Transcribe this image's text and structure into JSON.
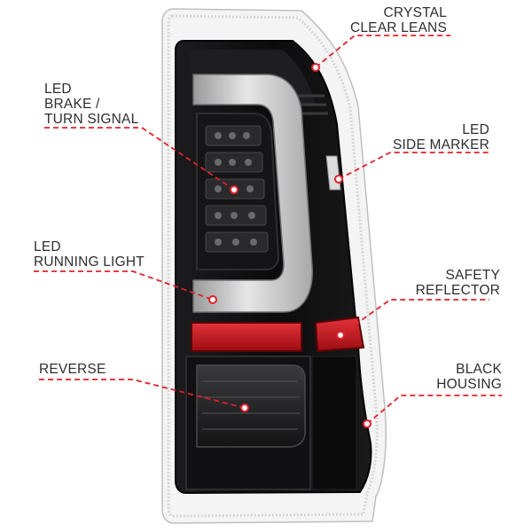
{
  "labels": {
    "crystal_clear_lens": {
      "lines": [
        "CRYSTAL",
        "CLEAR LEANS"
      ]
    },
    "led_brake_turn_signal": {
      "lines": [
        "LED",
        "BRAKE /",
        "TURN SIGNAL"
      ]
    },
    "led_side_marker": {
      "lines": [
        "LED",
        "SIDE MARKER"
      ]
    },
    "led_running_light": {
      "lines": [
        "LED",
        "RUNNING LIGHT"
      ]
    },
    "safety_reflector": {
      "lines": [
        "SAFETY",
        "REFLECTOR"
      ]
    },
    "reverse": {
      "lines": [
        "REVERSE"
      ]
    },
    "black_housing": {
      "lines": [
        "BLACK",
        "HOUSING"
      ]
    }
  },
  "colors": {
    "leader": "#e0202a",
    "marker_ring": "#e0202a",
    "marker_fill": "#ffffff",
    "label_text": "#2e2e2e",
    "housing": "#0f0f10",
    "lens_edge": "#c9c9c9",
    "reflector": "#d0141d",
    "light_bar": "#d9d9d9"
  }
}
